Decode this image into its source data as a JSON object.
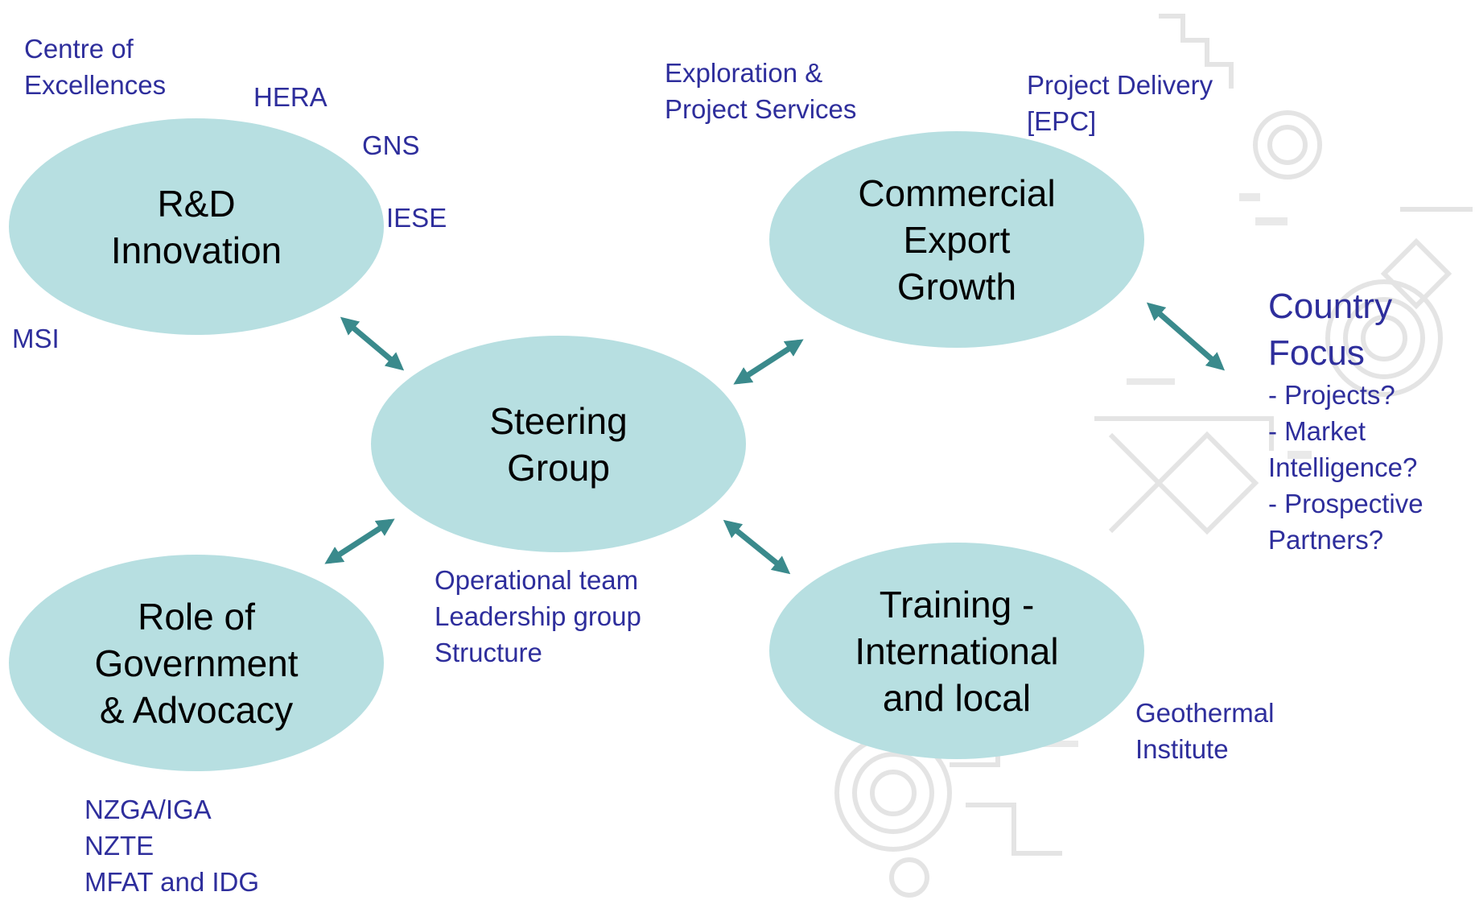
{
  "colors": {
    "ellipse_fill": "#b7dfe1",
    "arrow": "#3a8a8c",
    "label_text": "#2e2e9c",
    "node_text": "#000000",
    "background_art": "#e4e4e4"
  },
  "nodes": {
    "rd": [
      "R&D",
      "Innovation"
    ],
    "commercial": [
      "Commercial",
      "Export",
      "Growth"
    ],
    "steering": [
      "Steering",
      "Group"
    ],
    "government": [
      "Role of",
      "Government",
      "& Advocacy"
    ],
    "training": [
      "Training -",
      "International",
      "and local"
    ]
  },
  "labels": {
    "centre": [
      "Centre of",
      "Excellences"
    ],
    "hera": "HERA",
    "gns": "GNS",
    "iese": "IESE",
    "msi": "MSI",
    "exploration": [
      "Exploration &",
      "Project Services"
    ],
    "project_delivery": [
      "Project Delivery",
      "[EPC]"
    ],
    "operational": [
      "Operational team",
      "Leadership group",
      "Structure"
    ],
    "geothermal": [
      "Geothermal",
      "Institute"
    ],
    "govt_orgs": [
      "NZGA/IGA",
      "NZTE",
      "MFAT and IDG"
    ]
  },
  "country_focus": {
    "heading": [
      "Country",
      "Focus"
    ],
    "items": [
      "- Projects?",
      "- Market",
      "Intelligence?",
      "- Prospective",
      "Partners?"
    ]
  },
  "arrow_icon": "double-headed-arrow",
  "background_icon": "maori-pattern-watermark"
}
